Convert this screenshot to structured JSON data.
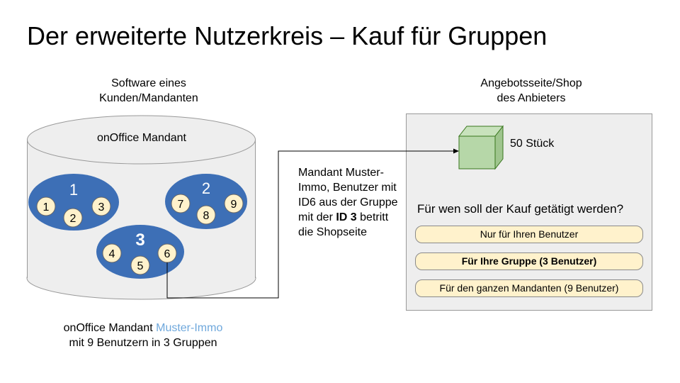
{
  "title": "Der erweiterte Nutzerkreis – Kauf für Gruppen",
  "left_caption": [
    "Software eines",
    "Kunden/Mandanten"
  ],
  "right_caption": [
    "Angebotsseite/Shop",
    "des Anbieters"
  ],
  "cylinder_label": "onOffice Mandant",
  "groups": [
    {
      "label": "1",
      "users": [
        "1",
        "2",
        "3"
      ]
    },
    {
      "label": "2",
      "users": [
        "7",
        "8",
        "9"
      ]
    },
    {
      "label": "3",
      "users": [
        "4",
        "5",
        "6"
      ]
    }
  ],
  "mandant_text": {
    "pre": "Mandant Muster-Immo, Benutzer mit ID6 aus der Gruppe mit der",
    "bold": "ID 3",
    "post": "betritt die Shopseite"
  },
  "bottom_caption": {
    "prefix": "onOffice Mandant",
    "accent": "Muster-Immo",
    "line2": "mit 9 Benutzern in 3 Gruppen"
  },
  "shop": {
    "stock_label": "50 Stück",
    "question": "Für wen soll der Kauf getätigt werden?",
    "options": [
      "Nur für Ihren Benutzer",
      "Für Ihre Gruppe (3 Benutzer)",
      "Für den ganzen Mandanten (9 Benutzer)"
    ]
  },
  "colors": {
    "group_fill": "#3d6fb6",
    "user_fill": "#fff2cc",
    "box_fill": "#b6d7a8",
    "button_fill": "#fff2cc",
    "accent_text": "#6fa8dc"
  }
}
